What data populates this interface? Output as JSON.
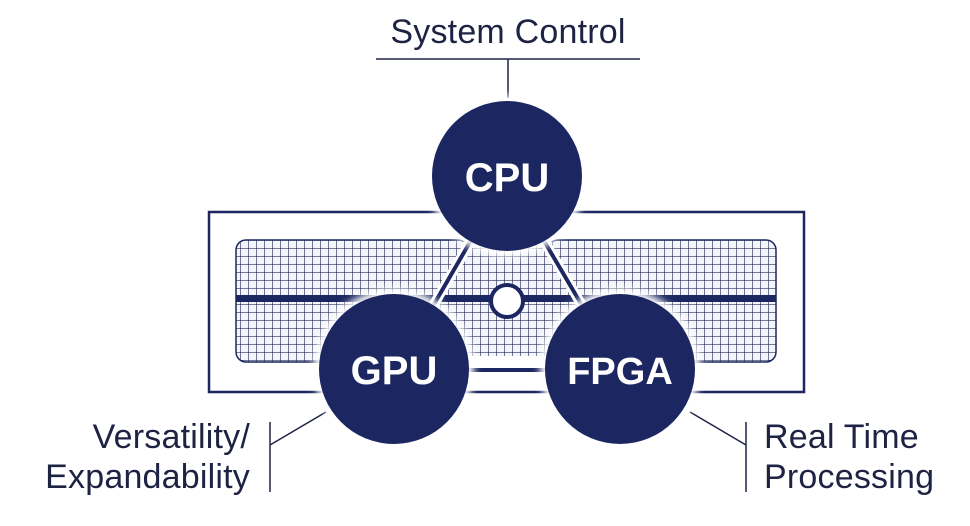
{
  "captions": {
    "top": "System Control",
    "left_line1": "Versatility/",
    "left_line2": "Expandability",
    "right_line1": "Real Time",
    "right_line2": "Processing"
  },
  "nodes": {
    "cpu": "CPU",
    "gpu": "GPU",
    "fpga": "FPGA"
  },
  "colors": {
    "node_fill": "#1c2761",
    "outline": "#1c2761",
    "grid": "#2a2f5c",
    "text_dark": "#1e2344"
  }
}
